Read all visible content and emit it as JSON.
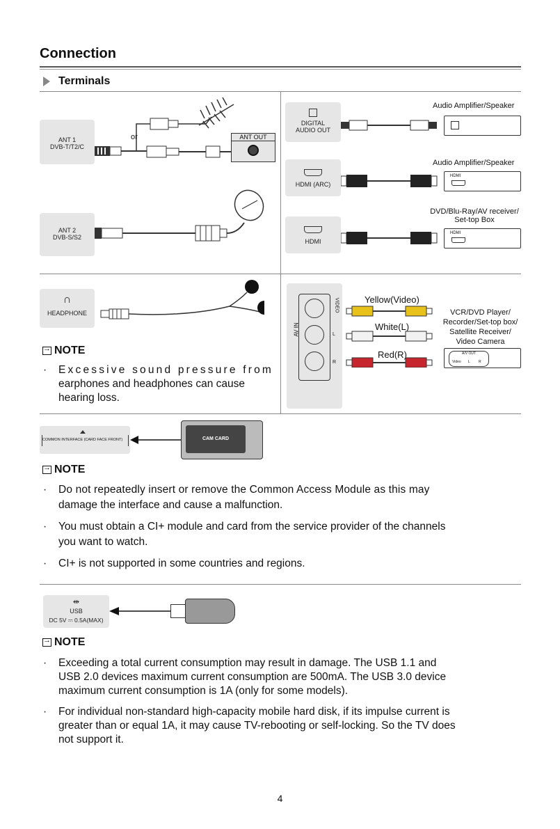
{
  "page": {
    "title": "Connection",
    "section": "Terminals",
    "page_number": "4"
  },
  "terminals": {
    "ant1": [
      "ANT 1",
      "DVB-T/T2/C"
    ],
    "or": "or",
    "ant_out": "ANT OUT",
    "ant2": [
      "ANT 2",
      "DVB-S/S2"
    ],
    "digital_audio": [
      "DIGITAL",
      "AUDIO OUT"
    ],
    "amp1": "Audio Amplifier/Speaker",
    "hdmi_arc": "HDMI (ARC)",
    "amp2": "Audio Amplifier/Speaker",
    "hdmi_dev": "HDMI",
    "dvd_label": [
      "DVD/Blu-Ray/AV receiver/",
      "Set-top Box"
    ],
    "hdmi": "HDMI",
    "hdmi_dev2": "HDMI",
    "headphone": "HEADPHONE",
    "yellow": "Yellow(Video)",
    "white": "White(L)",
    "red": "Red(R)",
    "av_in": "AV IN",
    "video": "VIDEO",
    "l": "L",
    "r": "R",
    "vcr_label": [
      "VCR/DVD Player/",
      "Recorder/Set-top box/",
      "Satellite Receiver/",
      "Video Camera"
    ],
    "av_out": "A/V OUT",
    "av_out_ports": [
      "Video",
      "L",
      "R"
    ],
    "ci_slot": "COMMON INTERFACE (CARD FACE FRONT)",
    "cam_card": "CAM CARD",
    "usb": "USB",
    "usb_rating": "DC 5V ⎓ 0.5A(MAX)"
  },
  "notes": {
    "label": "NOTE",
    "headphone_note": [
      "Excessive sound pressure from",
      "earphones and headphones can cause",
      "hearing loss."
    ],
    "ci_notes": [
      [
        "Do not repeatedly insert or remove the Common Access Module as this may",
        "damage the interface and cause a malfunction."
      ],
      [
        "You must obtain a CI+ module and card from the service provider of the channels",
        "you want to watch."
      ],
      [
        "CI+ is not supported in some countries and regions."
      ]
    ],
    "usb_notes": [
      [
        "Exceeding a total current consumption may result in damage. The USB 1.1 and",
        "USB 2.0 devices maximum current consumption are 500mA. The USB 3.0 device",
        "maximum current consumption is 1A (only for some models)."
      ],
      [
        "For individual non-standard high-capacity mobile hard disk, if its impulse current is",
        "greater than or equal 1A, it may cause TV-rebooting or self-locking. So the TV does",
        "not support it."
      ]
    ]
  },
  "colors": {
    "yellow": "#e8c21a",
    "white": "#f2f2f2",
    "red": "#c8262e",
    "port_bg": "#e6e6e6"
  }
}
